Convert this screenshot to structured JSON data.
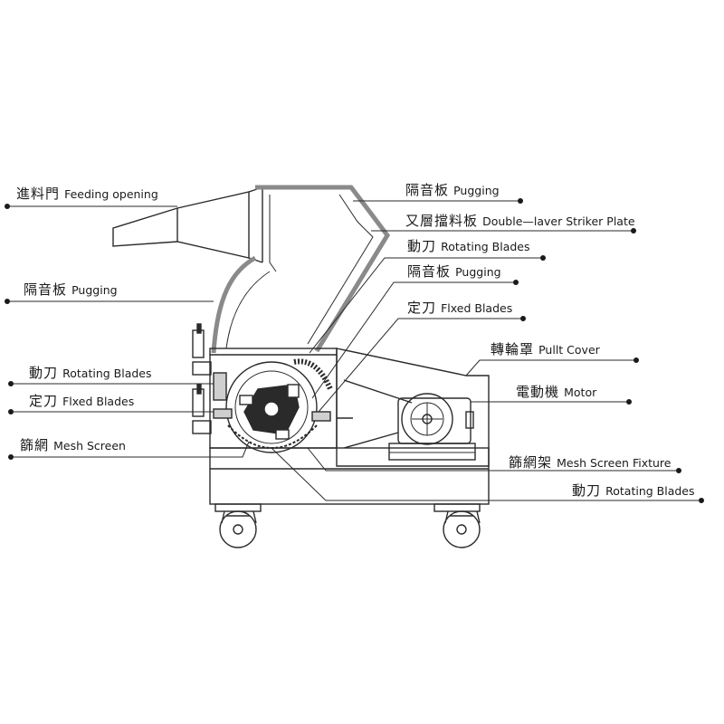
{
  "labels": {
    "feeding_opening": {
      "cn": "進料門",
      "en": "Feeding opening"
    },
    "pugging_top": {
      "cn": "隔音板",
      "en": "Pugging"
    },
    "striker_plate": {
      "cn": "又層擋料板",
      "en": "Double—laver Striker Plate"
    },
    "rotating_blades_upper": {
      "cn": "動刀",
      "en": "Rotating Blades"
    },
    "pugging_right": {
      "cn": "隔音板",
      "en": "Pugging"
    },
    "pugging_left": {
      "cn": "隔音板",
      "en": "Pugging"
    },
    "fixed_blades_right": {
      "cn": "定刀",
      "en": "Flxed Blades"
    },
    "pulley_cover": {
      "cn": "轉輪罩",
      "en": "Pullt Cover"
    },
    "rotating_blades_left": {
      "cn": "動刀",
      "en": "Rotating Blades"
    },
    "motor": {
      "cn": "電動機",
      "en": "Motor"
    },
    "fixed_blades_left": {
      "cn": "定刀",
      "en": "Flxed Blades"
    },
    "mesh_screen": {
      "cn": "篩網",
      "en": "Mesh Screen"
    },
    "mesh_screen_fixture": {
      "cn": "篩網架",
      "en": "Mesh Screen Fixture"
    },
    "rotating_blades_bottom": {
      "cn": "動刀",
      "en": "Rotating Blades"
    }
  },
  "colors": {
    "line": "#2a2a2a",
    "hopper_accent": "#8a8a8a",
    "text": "#1a1a1a"
  }
}
